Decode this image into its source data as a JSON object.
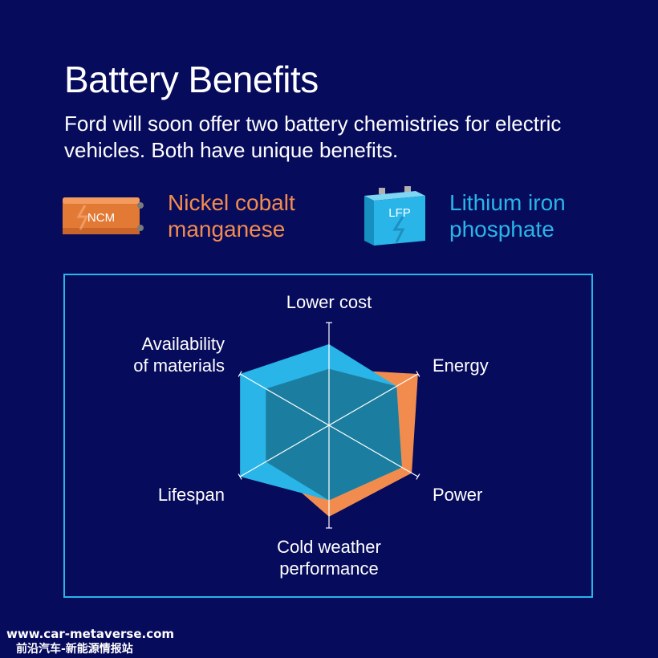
{
  "header": {
    "title": "Battery Benefits",
    "subtitle": "Ford will soon offer two battery chemistries for electric vehicles. Both have unique benefits."
  },
  "legend": {
    "ncm": {
      "badge": "NCM",
      "label": "Nickel cobalt\nmanganese",
      "color": "#f28c4e"
    },
    "lfp": {
      "badge": "LFP",
      "label": "Lithium iron\nphosphate",
      "color": "#29b5e8"
    }
  },
  "chart_data": {
    "type": "radar",
    "axes": [
      "Lower cost",
      "Energy",
      "Power",
      "Cold weather\nperformance",
      "Lifespan",
      "Availability\nof materials"
    ],
    "range": [
      0,
      1
    ],
    "series": [
      {
        "name": "Nickel cobalt manganese",
        "color": "#f28c4e",
        "values": [
          0.55,
          1.0,
          0.93,
          0.89,
          0.71,
          0.71
        ]
      },
      {
        "name": "Lithium iron phosphate",
        "color": "#29b5e8",
        "values": [
          0.79,
          0.76,
          0.82,
          0.73,
          1.0,
          1.0
        ]
      }
    ],
    "grid": false
  },
  "watermark": {
    "url": "www.car-metaverse.com",
    "name": "前沿汽车-新能源情报站"
  },
  "colors": {
    "background": "#070b5c",
    "frame": "#29b5e8",
    "overlap": "#1b7ea0"
  }
}
